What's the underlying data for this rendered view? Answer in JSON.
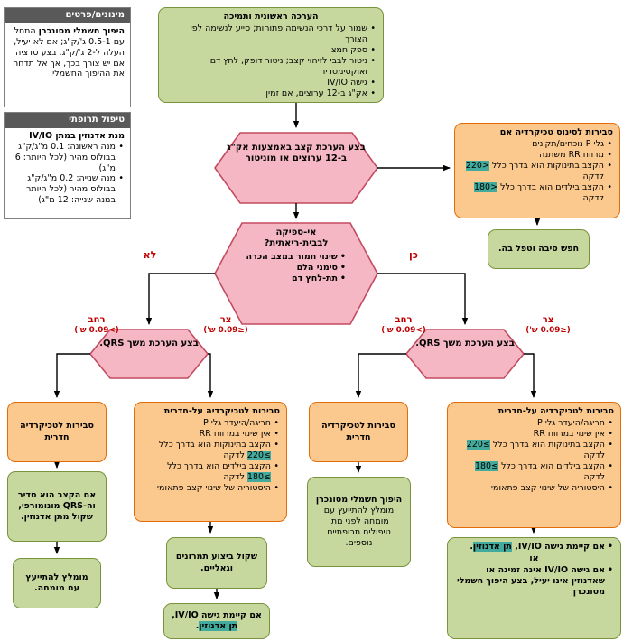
{
  "colors": {
    "green_fill": "#c6d89e",
    "green_border": "#77933c",
    "orange_fill": "#fbc98e",
    "orange_border": "#e26b0a",
    "pink_fill": "#f5b7c3",
    "pink_border": "#c34b60",
    "highlight_teal": "#42ab9d",
    "branch_label_red": "#c00000",
    "info_header_gray": "#595959"
  },
  "sidebar": {
    "dose_box": {
      "header": "מינונים/פרטים",
      "title": "היפוך חשמלי מסונכרן",
      "body": "התחל עם 0.5-1 ג'/ק\"ג; אם לא יעיל, העלה ל-2 ג'/ק\"ג. בצע סדציה אם יש צורך בכך, אך אל תדחה את ההיפוך החשמלי."
    },
    "drug_box": {
      "header": "טיפול תרופתי",
      "title": "מנת אדנוזין במתן IV/IO",
      "items": [
        "מנה ראשונה: 0.1 מ\"ג/ק\"ג בבולוס מהיר (לכל היותר: 6 מ\"ג)",
        "מנה שנייה: 0.2 מ\"ג/ק\"ג בבולוס מהיר (לכל היותר במנה שנייה: 12 מ\"ג)"
      ]
    }
  },
  "flow": {
    "initial": {
      "title": "הערכה ראשונית ותמיכה",
      "items": [
        "שמור על דרכי הנשימה פתוחות; סייע לנשימה לפי הצורך",
        "ספק חמצן",
        "ניטור לבבי לזיהוי קצב; ניטור דופק, לחץ דם ואוקסימטריה",
        "גישה IV/IO",
        "אק\"ג ב-12 ערוצים, אם זמין"
      ]
    },
    "rhythm_hex": "בצע הערכת קצב באמצעות אק\"ג ב-12 ערוצים או מוניטור",
    "sinus": {
      "title": "סבירות לסינוס טכיקרדיה אם",
      "items": [
        {
          "text": "גלי P נוכחים/תקינים"
        },
        {
          "text": "מרווח RR משתנה"
        },
        {
          "pre": "הקצב בתינוקות הוא בדרך כלל ",
          "hl": "<220",
          "post": " לדקה"
        },
        {
          "pre": "הקצב בילדים הוא בדרך כלל ",
          "hl": "<180",
          "post": " לדקה"
        }
      ]
    },
    "cause": "חפש סיבה וטפל בה.",
    "failure_hex": {
      "title": "אי-ספיקה לבבית-ריאתית?",
      "items": [
        "שינוי חמור במצב הכרה",
        "סימני הלם",
        "תת-לחץ דם"
      ]
    },
    "branch": {
      "no": "לא",
      "yes": "כן",
      "wide": "רחב",
      "wide_val": "(>0.09 ש')",
      "narrow": "צר",
      "narrow_val": "(≤0.09 ש')"
    },
    "qrs_hex": "בצע הערכת משך QRS.",
    "vt_title": "סבירות לטכיקרדיה חדרית",
    "svt": {
      "title": "סבירות לטכיקרדיה על-חדרית",
      "items": [
        {
          "text": "חריגה/היעדר גלי P"
        },
        {
          "text": "אין שינוי במרווח RR"
        },
        {
          "pre": "הקצב בתינוקות הוא בדרך כלל ",
          "hl": "≥220",
          "post": " לדקה"
        },
        {
          "pre": "הקצב בילדים הוא בדרך כלל ",
          "hl": "≥180",
          "post": " לדקה"
        },
        {
          "text": "היסטוריה של שינוי קצב פתאומי"
        }
      ]
    },
    "monomorphic": "אם הקצב הוא סדיר וה-QRS מונומורפי, שקול מתן אדנוזין.",
    "consult": "מומלץ להתייעץ עם מומחה.",
    "vagal": "שקול ביצוע תמרונים וגאליים.",
    "adenosine": {
      "pre": "אם קיימת גישה IV/IO, ",
      "hl": "תן אדנוזין",
      "post": "."
    },
    "cardioversion": {
      "title": "היפוך חשמלי מסונכרן",
      "body": "מומלץ להתייעץ עם מומחה לפני מתן טיפולים תרופתיים נוספים."
    },
    "final": {
      "item1": {
        "pre": "אם קיימת גישה IV/IO, ",
        "hl": "תן אדנוזין",
        "post": "."
      },
      "or": "או",
      "item2": "אם גישה IV/IO אינה זמינה או שאדנוזין אינו יעיל, בצע היפוך חשמלי מסונכרן"
    }
  }
}
